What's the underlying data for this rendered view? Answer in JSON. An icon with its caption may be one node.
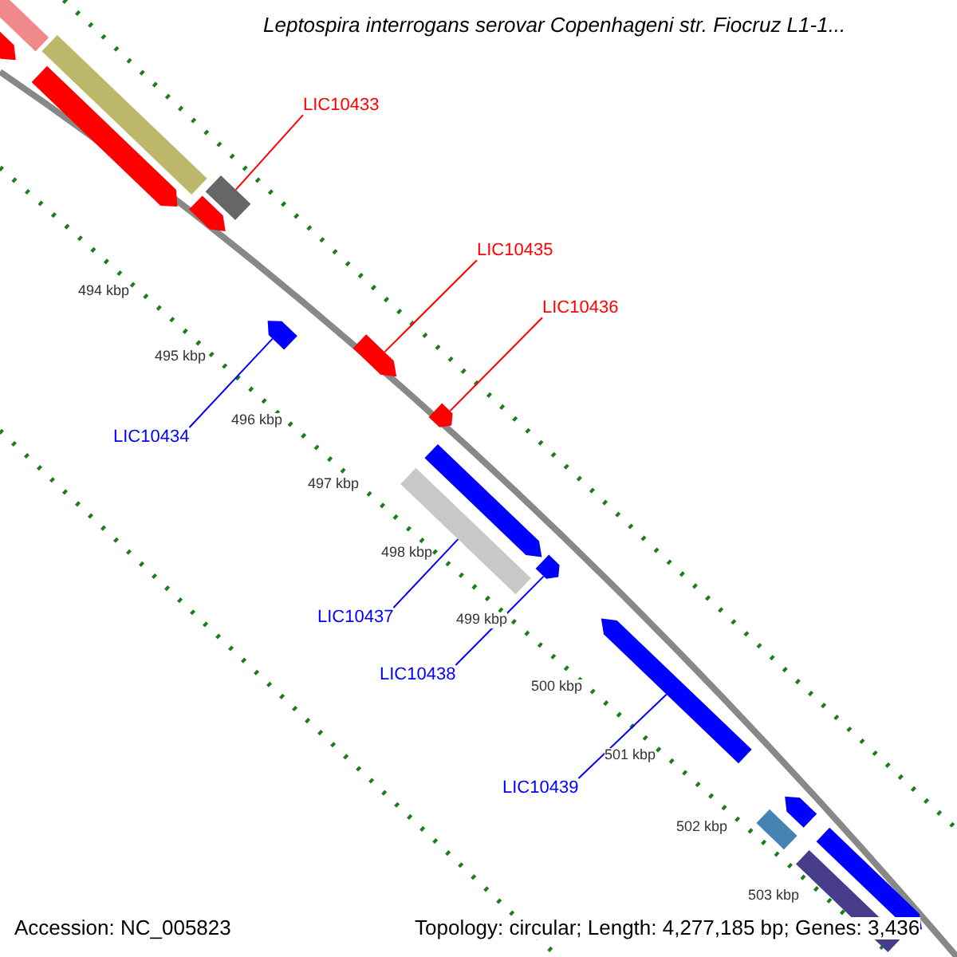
{
  "diagram": {
    "title": "Leptospira interrogans serovar Copenhageni str. Fiocruz L1-1...",
    "nodes": [
      {
        "text": [
          "LIC10433"
        ]
      },
      {
        "text": [],
        "shape": "bar"
      },
      {
        "text": [
          "LIC10435"
        ]
      },
      {
        "text": [],
        "shape": "arrow"
      },
      {
        "text": [
          "LIC10436"
        ]
      },
      {
        "text": [],
        "shape": "arrow"
      },
      {
        "text": [
          "LIC10434"
        ]
      },
      {
        "text": [],
        "shape": "arrow"
      },
      {
        "text": [
          "LIC10437"
        ]
      },
      {
        "text": [],
        "shape": "bar"
      },
      {
        "text": [
          "LIC10438"
        ]
      },
      {
        "text": [],
        "shape": "arrow"
      },
      {
        "text": [
          "LIC10439"
        ]
      },
      {
        "text": [],
        "shape": "arrow"
      },
      {
        "text": [],
        "shape": "bar"
      },
      {
        "text": [],
        "shape": "arrow"
      },
      {
        "text": [],
        "shape": "bar"
      },
      {
        "text": [],
        "shape": "arrow"
      },
      {
        "text": [],
        "shape": "arrow"
      },
      {
        "text": [],
        "shape": "arrow"
      },
      {
        "text": [],
        "shape": "arrow"
      },
      {
        "text": [],
        "shape": "bar"
      },
      {
        "text": [],
        "shape": "arrow"
      },
      {
        "text": [],
        "shape": "bar"
      }
    ],
    "edges": [
      {
        "from": 0,
        "to": 1,
        "arrow": "none",
        "color": "#ff0000"
      },
      {
        "from": 2,
        "to": 3,
        "arrow": "none",
        "color": "#ff0000"
      },
      {
        "from": 4,
        "to": 5,
        "arrow": "none",
        "color": "#ff0000"
      },
      {
        "from": 6,
        "to": 7,
        "arrow": "none"
      },
      {
        "from": 8,
        "to": 9,
        "arrow": "none"
      },
      {
        "from": 10,
        "to": 11,
        "arrow": "none"
      },
      {
        "from": 12,
        "to": 13,
        "arrow": "none"
      }
    ],
    "labels": [
      "494 kbp",
      "495 kbp",
      "496 kbp",
      "497 kbp",
      "498 kbp",
      "499 kbp",
      "500 kbp",
      "501 kbp",
      "502 kbp",
      "503 kbp",
      "Accession: NC_005823",
      "Topology: circular; Length: 4,277,185 bp; Genes: 3,436"
    ]
  }
}
